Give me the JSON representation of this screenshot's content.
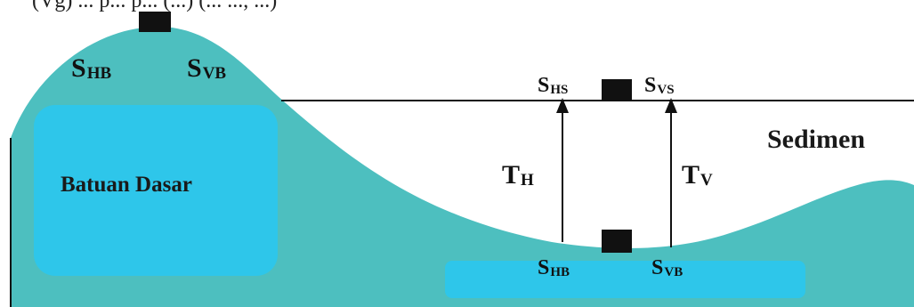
{
  "caption": "(Vg) ... p... p... (...) (... ..., ...)",
  "colors": {
    "bedrock": "#4dbfbf",
    "layer": "#2ec6ea",
    "sediment": "#ffffff",
    "line": "#111111"
  },
  "labels": {
    "bedrock_region": "Batuan Dasar",
    "sediment_region": "Sedimen",
    "peak_shb": {
      "main": "S",
      "sub": "HB"
    },
    "peak_svb": {
      "main": "S",
      "sub": "VB"
    },
    "surface_shs": {
      "main": "S",
      "sub": "HS"
    },
    "surface_svs": {
      "main": "S",
      "sub": "VS"
    },
    "basin_shb": {
      "main": "S",
      "sub": "HB"
    },
    "basin_svb": {
      "main": "S",
      "sub": "VB"
    },
    "time_th": {
      "main": "T",
      "sub": "H"
    },
    "time_tv": {
      "main": "T",
      "sub": "V"
    }
  }
}
